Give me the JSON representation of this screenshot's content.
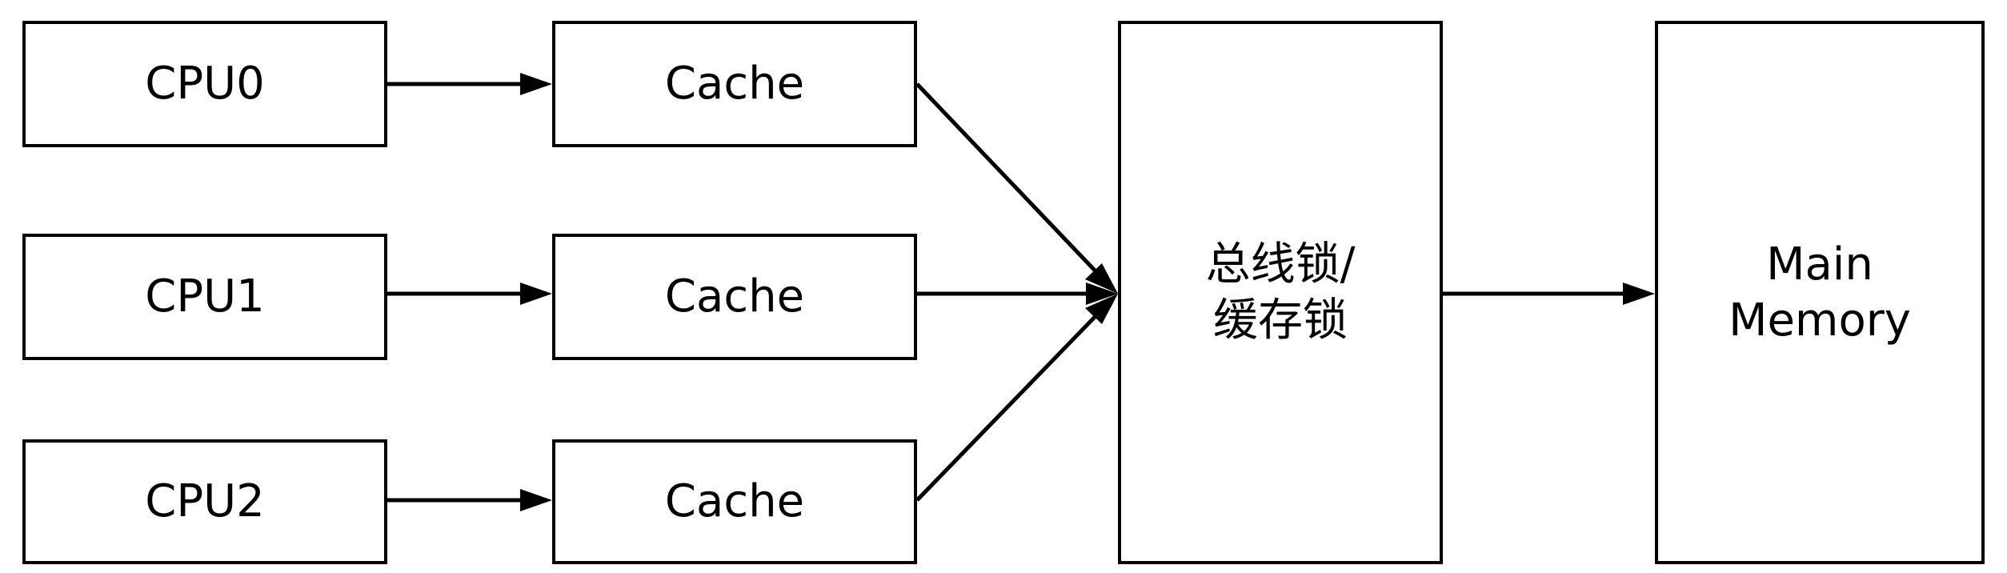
{
  "diagram": {
    "cpus": [
      {
        "label": "CPU0"
      },
      {
        "label": "CPU1"
      },
      {
        "label": "CPU2"
      }
    ],
    "caches": [
      {
        "label": "Cache"
      },
      {
        "label": "Cache"
      },
      {
        "label": "Cache"
      }
    ],
    "lock": {
      "label": "总线锁/\n缓存锁"
    },
    "memory": {
      "label": "Main\nMemory"
    }
  }
}
